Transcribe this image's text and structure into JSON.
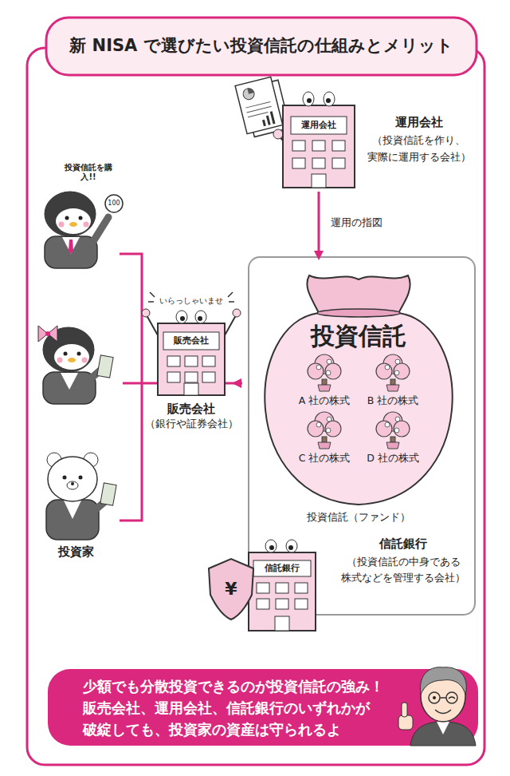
{
  "diagram": {
    "title": "新 NISA で選びたい投資信託の仕組みとメリット",
    "nodes": [
      {
        "text": [
          "運用会社",
          "（投資信託を作り、 実際に運用する会社）"
        ]
      },
      {
        "text": [
          "投資家"
        ]
      },
      {
        "text": [
          "販売会社",
          "（銀行や証券会社）"
        ]
      },
      {
        "text": [
          "投資信託",
          "投資信託（ファンド）"
        ]
      },
      {
        "text": [
          "信託銀行",
          "（投資信託の中身である 株式などを管理する会社）"
        ]
      },
      {
        "text": [
          "少額でも分散投資できるのが投資信託の強み！ 販売会社、運用会社、信託銀行のいずれかが 破綻しても、投資家の資産は守られるよ"
        ]
      }
    ],
    "edges": [
      {
        "from": 0,
        "to": 3,
        "label": "運用の指図",
        "arrow": "to"
      },
      {
        "from": 1,
        "to": 2,
        "arrow": "none"
      },
      {
        "from": 2,
        "to": 3,
        "arrow": "to"
      }
    ],
    "labels": [
      "投資信託を購入!!",
      "100",
      "運用会社",
      "いらっしゃいませ",
      "販売会社",
      "A 社の株式",
      "B 社の株式",
      "C 社の株式",
      "D 社の株式",
      "信託銀行",
      "¥"
    ]
  }
}
